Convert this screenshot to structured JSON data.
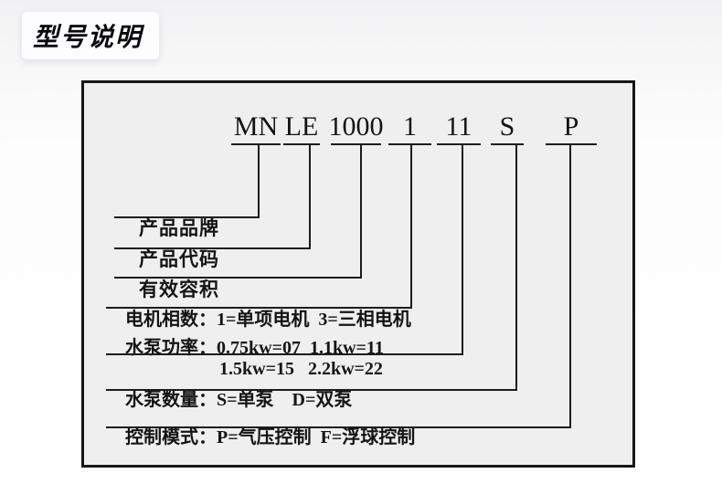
{
  "title": "型号说明",
  "model_code": {
    "segments": [
      "MN",
      "LE",
      "1000",
      "1",
      "11",
      "S",
      "P"
    ]
  },
  "rows": [
    {
      "label": "产品品牌",
      "desc": ""
    },
    {
      "label": "产品代码",
      "desc": ""
    },
    {
      "label": "有效容积",
      "desc": ""
    },
    {
      "label": "电机相数：",
      "desc": "1=单项电机  3=三相电机"
    },
    {
      "label": "水泵功率：",
      "desc": "0.75kw=07  1.1kw=11",
      "desc_line2": "1.5kw=15   2.2kw=22"
    },
    {
      "label": "水泵数量：",
      "desc": "S=单泵    D=双泵"
    },
    {
      "label": "控制模式：",
      "desc": "P=气压控制  F=浮球控制"
    }
  ],
  "colors": {
    "box_background": "#efefef",
    "line": "#1c1c1c",
    "text": "#141414",
    "page_background": "#f7f7f8",
    "title_panel": "#fdfdff"
  }
}
